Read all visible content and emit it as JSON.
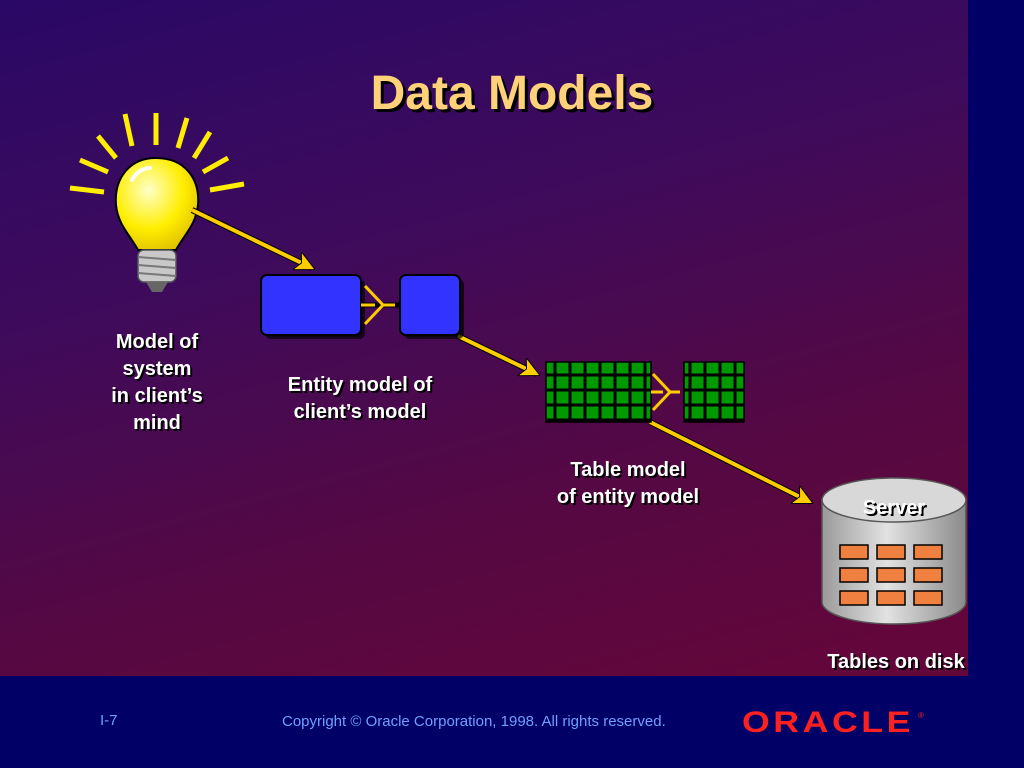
{
  "slide": {
    "title": "Data Models",
    "labels": {
      "mind": "Model of\nsystem\nin client’s\nmind",
      "entity": "Entity model of\nclient’s model",
      "table": "Table model\nof entity model",
      "server": "Server",
      "disk": "Tables on disk"
    }
  },
  "footer": {
    "page": "I-7",
    "copyright": "Copyright © Oracle Corporation, 1998. All rights reserved.",
    "logo_text": "ORACLE"
  },
  "colors": {
    "title": "#ffd27a",
    "arrow": "#ffcc00",
    "entity_box": "#3333ff",
    "table_cell": "#009900",
    "footer_text": "#6fa0ff",
    "logo": "#ff2020"
  },
  "icons": [
    "lightbulb-icon",
    "database-cylinder-icon"
  ]
}
